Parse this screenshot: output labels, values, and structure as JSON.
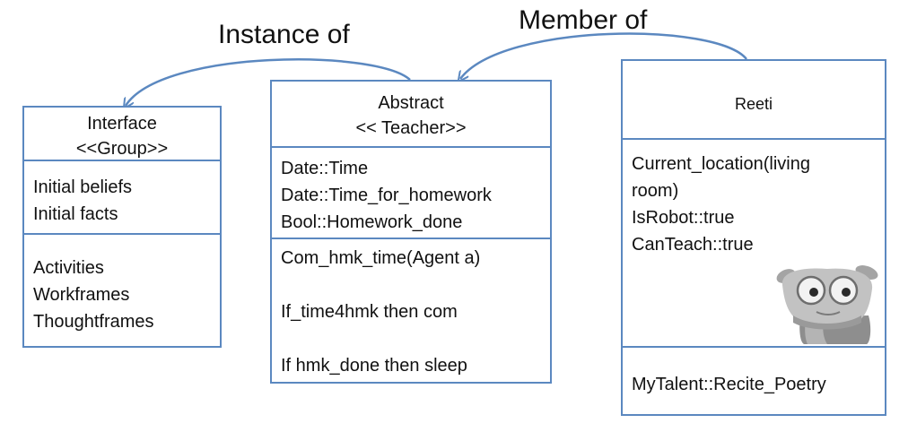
{
  "labels": {
    "instance_of": "Instance of",
    "member_of": "Member of"
  },
  "interface_box": {
    "title": "Interface",
    "stereotype": "<<Group>>",
    "attributes": [
      "Initial beliefs",
      "Initial facts"
    ],
    "operations": [
      "Activities",
      "Workframes",
      "Thoughtframes"
    ]
  },
  "abstract_box": {
    "title": "Abstract",
    "stereotype": "<< Teacher>>",
    "attributes": [
      "Date::Time",
      "Date::Time_for_homework",
      "Bool::Homework_done"
    ],
    "operations": [
      "Com_hmk_time(Agent a)",
      "",
      "If_time4hmk then com",
      "",
      "If hmk_done then sleep"
    ]
  },
  "reeti_box": {
    "title": "Reeti",
    "attributes": [
      "Current_location(living",
      "room)",
      "IsRobot::true",
      "CanTeach::true"
    ],
    "operations": [
      "MyTalent::Recite_Poetry"
    ],
    "image": "robot-head-photo"
  },
  "colors": {
    "border": "#5b88c0",
    "arrow": "#5b88c0"
  }
}
